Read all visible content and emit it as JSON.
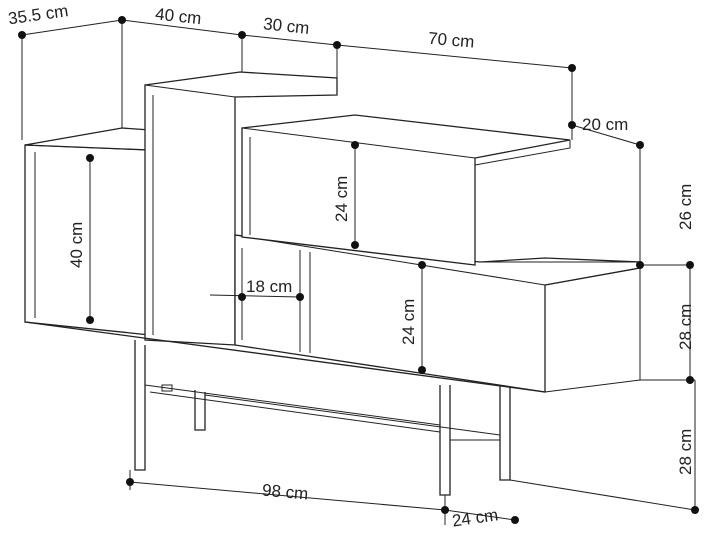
{
  "dimensions": {
    "depth_left": "35.5 cm",
    "width_left": "40 cm",
    "width_column": "30 cm",
    "width_right": "70 cm",
    "depth_right": "20 cm",
    "height_upper": "26 cm",
    "height_middle": "28 cm",
    "height_legs": "28 cm",
    "upper_compartment_height": "24 cm",
    "left_cabinet_height": "40 cm",
    "open_shelf_width": "18 cm",
    "lower_compartment_height": "24 cm",
    "leg_span_width": "98 cm",
    "leg_depth": "24 cm"
  }
}
